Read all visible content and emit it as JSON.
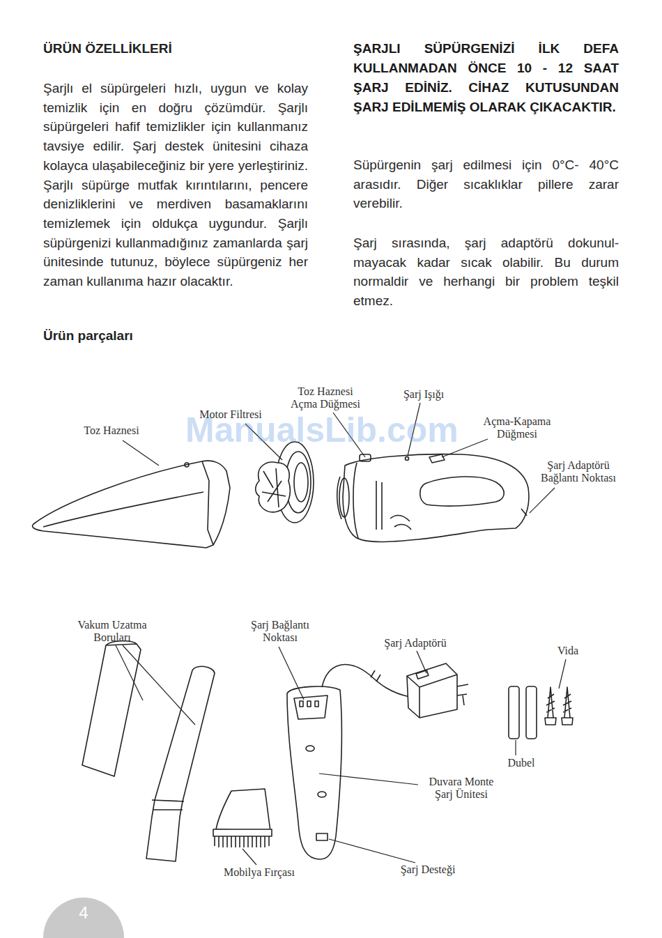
{
  "diagram": {
    "title": "ÜRÜN ÖZELLİKLERİ",
    "labels": [
      "Şarjlı el süpürgeleri hızlı, uygun ve kolay temizlik için en doğru çözümdür. Şarjlı süpürgeleri hafif temizlikler için kullanmanız tavsiye edilir. Şarj destek ünitesini cihaza kolayca ulaşabileceğiniz bir yere yerleştiriniz. Şarjlı süpürge mutfak kırıntılarını, pencere denizliklerini ve merdiven basamaklarını temizlemek için oldukça uygundur. Şarjlı süpürgenizi kullanmadığınız zamanlarda şarj ünitesinde tutunuz, böylece süpürgeniz her zaman kullanıma hazır olacaktır.",
      "ŞARJLI SÜPÜRGENİZİ İLK DEFA KULLANMADAN ÖNCE 10 - 12 SAAT ŞARJ EDİNİZ. CİHAZ KUTUSUNDAN ŞARJ EDİLMEMİŞ OLARAK ÇIKACAKTIR.",
      "Süpürgenin şarj edilmesi için 0°C- 40°C arasıdır. Diğer sıcaklıklar pillere zarar verebilir.",
      "Şarj sırasında, şarj adaptörü dokunul-mayacak kadar sıcak olabilir. Bu durum normaldir ve herhangi bir problem teşkil etmez.",
      "Ürün parçaları",
      "ManualsLib.com",
      "Toz Haznesi",
      "Motor Filtresi",
      "Toz Haznesi Açma Düğmesi",
      "Şarj Işığı",
      "Açma-Kapama Düğmesi",
      "Şarj Adaptörü Bağlantı Noktası",
      "Vakum Uzatma Boruları",
      "Şarj Bağlantı Noktası",
      "Şarj Adaptörü",
      "Vida",
      "Dubel",
      "Duvara Monte Şarj Ünitesi",
      "Mobilya Fırçası",
      "Şarj Desteği",
      "4"
    ]
  }
}
